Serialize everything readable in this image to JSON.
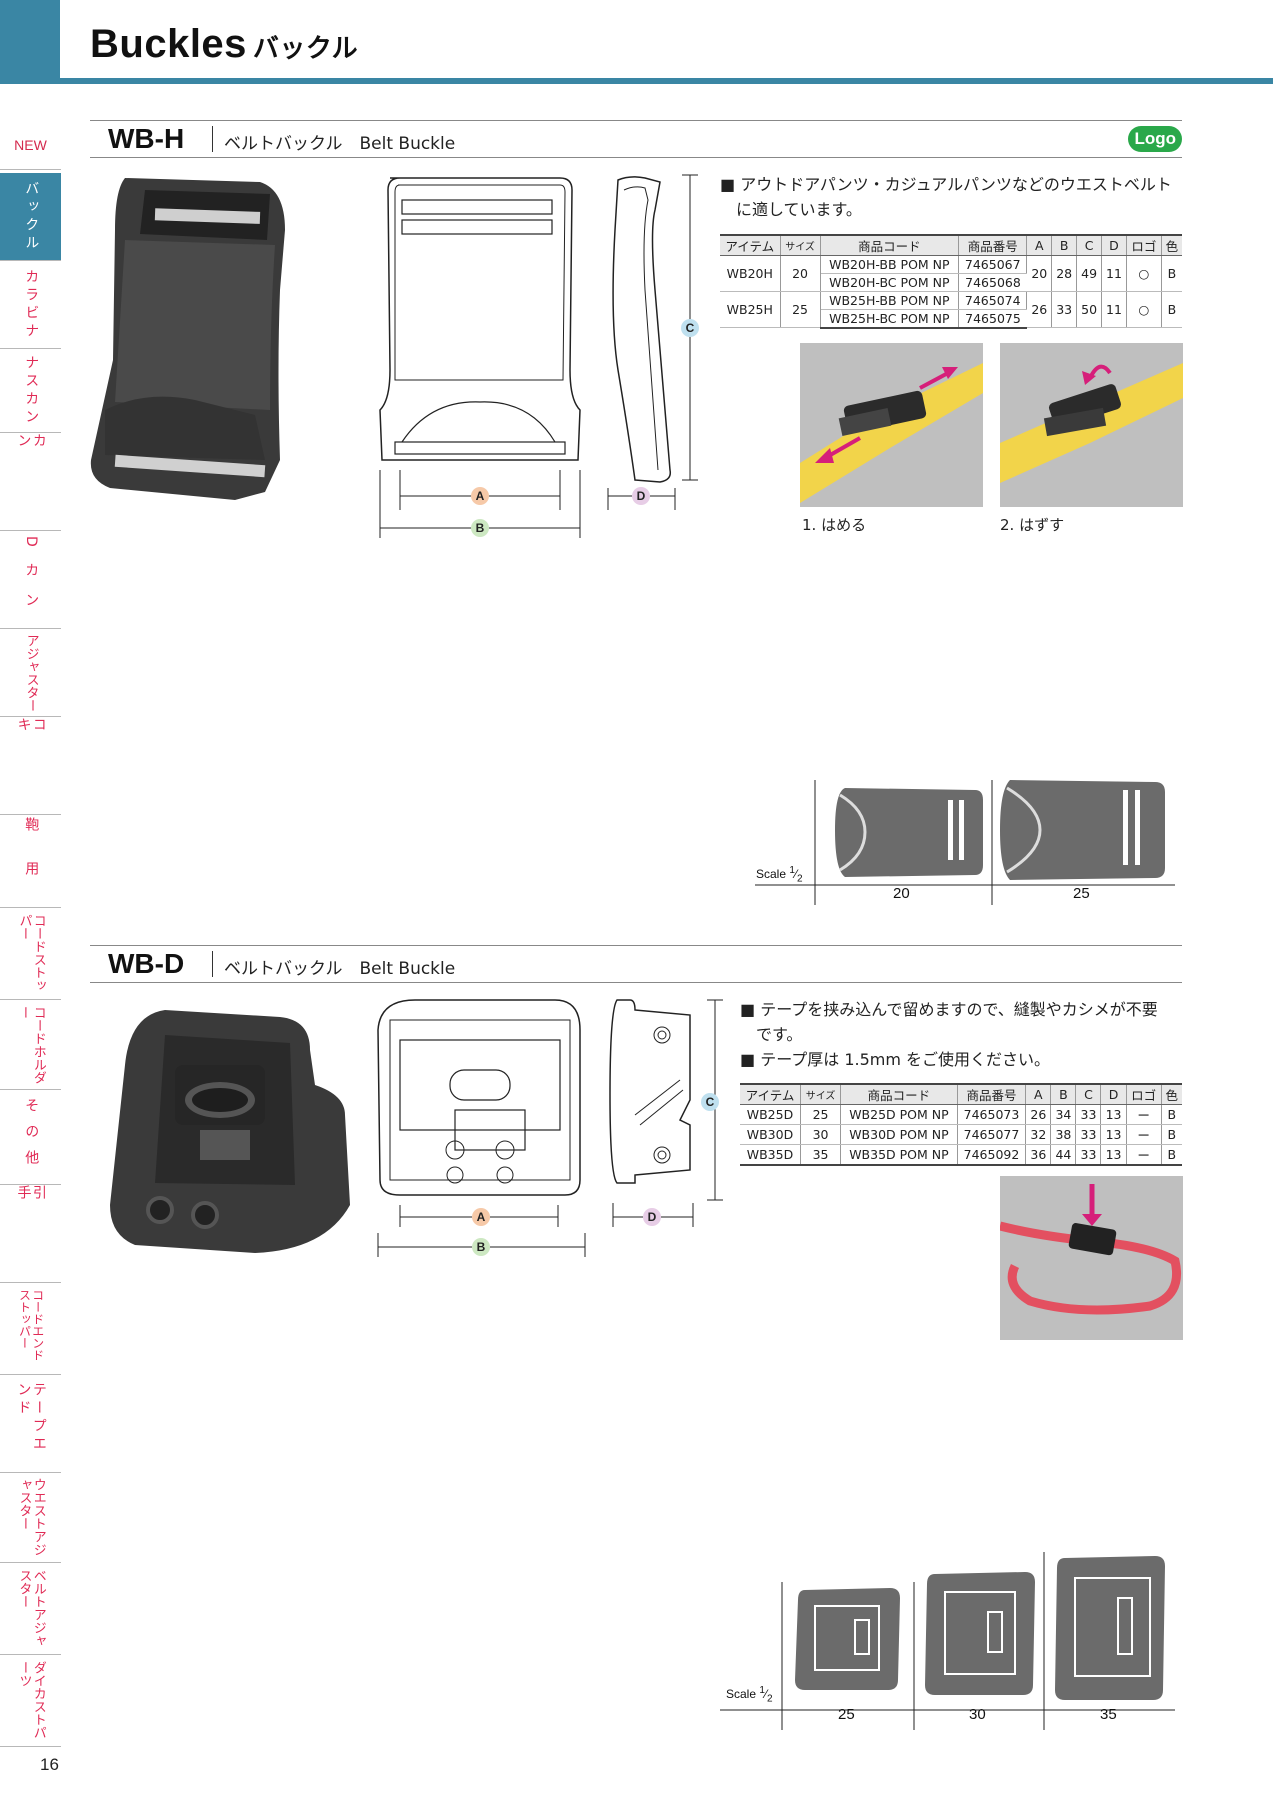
{
  "header": {
    "title": "Buckles",
    "title_jp": "バックル"
  },
  "sidebar": {
    "items": [
      {
        "label": "NEW"
      },
      {
        "label": "バックル"
      },
      {
        "label": "カラビナ"
      },
      {
        "label": "ナスカン"
      },
      {
        "label": "カン"
      },
      {
        "label": "Dカン"
      },
      {
        "label": "アジャスター"
      },
      {
        "label": "コキ"
      },
      {
        "label": "鞄用"
      },
      {
        "label": "コードストッパー"
      },
      {
        "label": "コードホルダー"
      },
      {
        "label": "その他"
      },
      {
        "label": "引手"
      },
      {
        "label": "コードエンドストッパー"
      },
      {
        "label": "テープエンド"
      },
      {
        "label": "ウエストアジャスター"
      },
      {
        "label": "ベルトアジャスター"
      },
      {
        "label": "ダイカストパーツ"
      }
    ]
  },
  "sections": [
    {
      "model": "WB-H",
      "subtitle": "ベルトバックル　Belt Buckle",
      "logo_badge": "Logo",
      "description": [
        "■ アウトドアパンツ・カジュアルパンツなどのウエストベルト",
        "　に適しています。"
      ],
      "dims": {
        "a": "A",
        "b": "B",
        "c": "C",
        "d": "D"
      },
      "table": {
        "headers": [
          "アイテム",
          "サイズ",
          "商品コード",
          "商品番号",
          "A",
          "B",
          "C",
          "D",
          "ロゴ",
          "色"
        ],
        "rows": [
          {
            "item": "WB20H",
            "size": "20",
            "codes": [
              "WB20H-BB POM NP",
              "WB20H-BC POM NP"
            ],
            "numbers": [
              "7465067",
              "7465068"
            ],
            "a": "20",
            "b": "28",
            "c": "49",
            "d": "11",
            "logo": "○",
            "color": "B"
          },
          {
            "item": "WB25H",
            "size": "25",
            "codes": [
              "WB25H-BB POM NP",
              "WB25H-BC POM NP"
            ],
            "numbers": [
              "7465074",
              "7465075"
            ],
            "a": "26",
            "b": "33",
            "c": "50",
            "d": "11",
            "logo": "○",
            "color": "B"
          }
        ]
      },
      "photos": [
        {
          "caption": "1.  はめる"
        },
        {
          "caption": "2.  はずす"
        }
      ],
      "scale": {
        "label": "Scale",
        "frac_num": "1",
        "frac_den": "2",
        "sizes": [
          "20",
          "25"
        ]
      }
    },
    {
      "model": "WB-D",
      "subtitle": "ベルトバックル　Belt Buckle",
      "description": [
        "■ テープを挟み込んで留めますので、縫製やカシメが不要",
        "　です。",
        "■ テープ厚は 1.5mm をご使用ください。"
      ],
      "dims": {
        "a": "A",
        "b": "B",
        "c": "C",
        "d": "D"
      },
      "table": {
        "headers": [
          "アイテム",
          "サイズ",
          "商品コード",
          "商品番号",
          "A",
          "B",
          "C",
          "D",
          "ロゴ",
          "色"
        ],
        "rows": [
          {
            "item": "WB25D",
            "size": "25",
            "code": "WB25D POM NP",
            "number": "7465073",
            "a": "26",
            "b": "34",
            "c": "33",
            "d": "13",
            "logo": "ー",
            "color": "B"
          },
          {
            "item": "WB30D",
            "size": "30",
            "code": "WB30D POM NP",
            "number": "7465077",
            "a": "32",
            "b": "38",
            "c": "33",
            "d": "13",
            "logo": "ー",
            "color": "B"
          },
          {
            "item": "WB35D",
            "size": "35",
            "code": "WB35D POM NP",
            "number": "7465092",
            "a": "36",
            "b": "44",
            "c": "33",
            "d": "13",
            "logo": "ー",
            "color": "B"
          }
        ]
      },
      "scale": {
        "label": "Scale",
        "frac_num": "1",
        "frac_den": "2",
        "sizes": [
          "25",
          "30",
          "35"
        ]
      }
    }
  ],
  "page_number": "16",
  "colors": {
    "accent": "#3a86a4",
    "new": "#d42a4e",
    "sidebar_text": "#e02a55",
    "logo": "#2aa84a",
    "dim_a": "#f6c9a8",
    "dim_b": "#cde8c2",
    "dim_c": "#bfe0ef",
    "dim_d": "#e7cde6"
  }
}
